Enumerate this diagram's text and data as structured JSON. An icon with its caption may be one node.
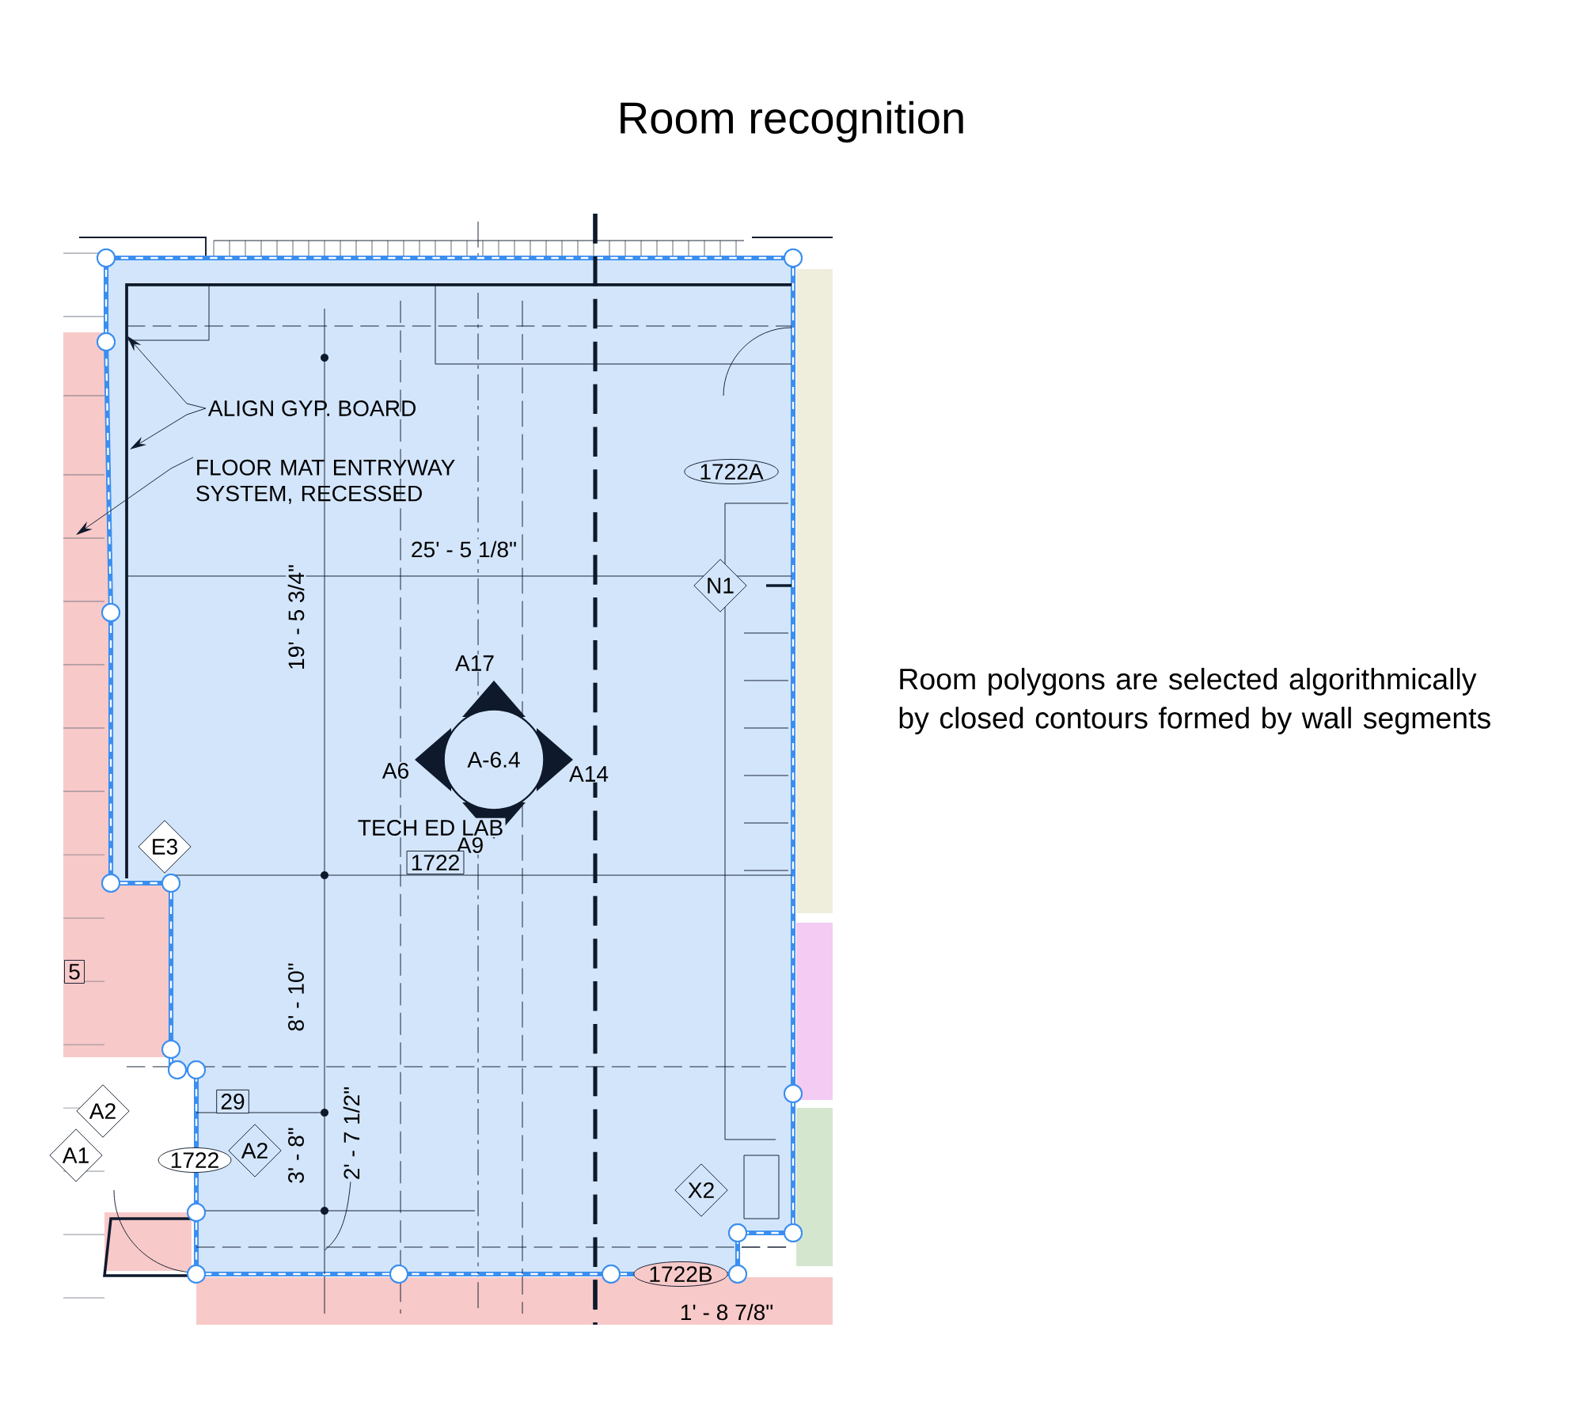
{
  "diagram": {
    "title": "Room recognition",
    "nodes": [
      {
        "text": [
          "ALIGN GYP. BOARD"
        ]
      },
      {
        "text": [
          "FLOOR MAT ENTRYWAY SYSTEM, RECESSED"
        ]
      },
      {
        "text": [
          "1722A"
        ]
      },
      {
        "text": [
          "N1"
        ]
      },
      {
        "text": [
          "A-6.4"
        ],
        "beside": [
          "A17",
          "A6",
          "A14",
          "A9"
        ]
      },
      {
        "text": [
          "1722"
        ]
      },
      {
        "text": [
          "E3"
        ]
      },
      {
        "text": [
          "5"
        ]
      },
      {
        "text": [
          "29"
        ]
      },
      {
        "text": [
          "A2"
        ]
      },
      {
        "text": [
          "A1"
        ]
      },
      {
        "text": [
          "1722"
        ]
      },
      {
        "text": [
          "A2"
        ]
      },
      {
        "text": [
          "X2"
        ]
      },
      {
        "text": [
          "1722B"
        ]
      }
    ],
    "edges": [
      {
        "from": 0,
        "to": null,
        "arrow": "to"
      },
      {
        "from": 0,
        "to": null,
        "arrow": "to"
      },
      {
        "from": 1,
        "to": null,
        "arrow": "to"
      }
    ],
    "labels": [
      "25' - 5 1/8\"",
      "19' - 5 3/4\"",
      "TECH ED LAB",
      "8' - 10\"",
      "3' - 8\"",
      "2' - 7 1/2\"",
      "1' - 8 7/8\"",
      "Room polygons are selected algorithmically by closed contours formed by wall segments"
    ]
  }
}
